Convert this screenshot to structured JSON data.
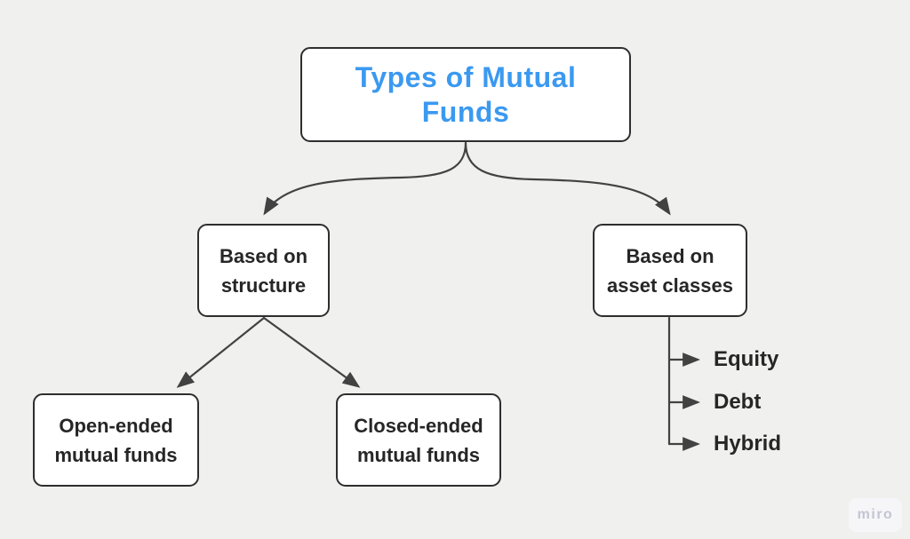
{
  "page": {
    "background_color": "#f0f0ee"
  },
  "diagram": {
    "root": {
      "label": "Types of Mutual Funds",
      "text_color": "#3b99f0"
    },
    "branches": [
      {
        "label": "Based on structure",
        "children": [
          {
            "label": "Open-ended mutual funds"
          },
          {
            "label": "Closed-ended mutual funds"
          }
        ]
      },
      {
        "label": "Based on asset classes",
        "children": [
          {
            "label": "Equity"
          },
          {
            "label": "Debt"
          },
          {
            "label": "Hybrid"
          }
        ]
      }
    ]
  },
  "colors": {
    "node_fill": "#ffffff",
    "node_border": "#2e2e2e",
    "node_text": "#262626",
    "title_text": "#3b99f0",
    "connector": "#424242",
    "watermark_text": "#c3c5d2",
    "watermark_bg": "#f6f6f8"
  },
  "watermark": {
    "label": "miro"
  }
}
